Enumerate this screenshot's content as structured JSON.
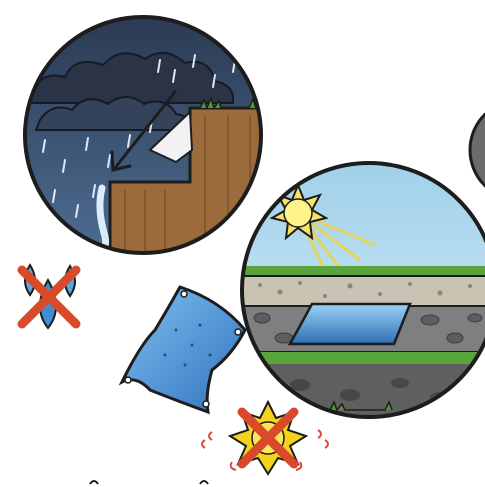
{
  "illustration": {
    "panels": [
      {
        "id": "rain-panel",
        "icon": "rain-cloud-icon"
      },
      {
        "id": "sun-panel",
        "icon": "sun-icon"
      }
    ],
    "symbols": [
      {
        "id": "no-water",
        "icon": "water-drops-icon",
        "crossed": true
      },
      {
        "id": "no-sun",
        "icon": "sun-icon",
        "crossed": true
      },
      {
        "id": "tarp",
        "icon": "tarp-icon"
      }
    ],
    "colors": {
      "outline": "#1d1d1d",
      "storm_sky": "#3d5a7e",
      "clear_sky": "#b8dcef",
      "soil": "#9b6b3b",
      "stone": "#7f7f7f",
      "grass": "#4e9a34",
      "tarp_blue": "#3d8ad1",
      "cross_red": "#d84a2a",
      "sun_yellow": "#f5d21c"
    }
  }
}
